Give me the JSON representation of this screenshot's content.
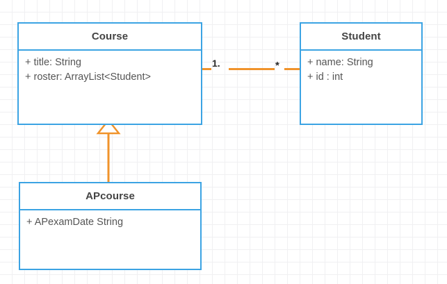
{
  "diagram": {
    "type": "uml-class-diagram",
    "background": "#ffffff",
    "grid_color": "#f0f0f2",
    "class_border_color": "#3BA3E3",
    "relation_color": "#F0932B",
    "title_color": "#444444",
    "attribute_color": "#555555"
  },
  "classes": [
    {
      "name": "Course",
      "attributes": [
        "+ title: String",
        "+ roster: ArrayList<Student>"
      ]
    },
    {
      "name": "Student",
      "attributes": [
        "+ name: String",
        "+ id : int"
      ]
    },
    {
      "name": "APcourse",
      "attributes": [
        "+ APexamDate String"
      ]
    }
  ],
  "relations": [
    {
      "kind": "association",
      "from": "Course",
      "to": "Student",
      "from_multiplicity": "1.",
      "to_multiplicity": "*"
    },
    {
      "kind": "generalization",
      "from": "APcourse",
      "to": "Course",
      "arrow": "hollow-triangle"
    }
  ]
}
